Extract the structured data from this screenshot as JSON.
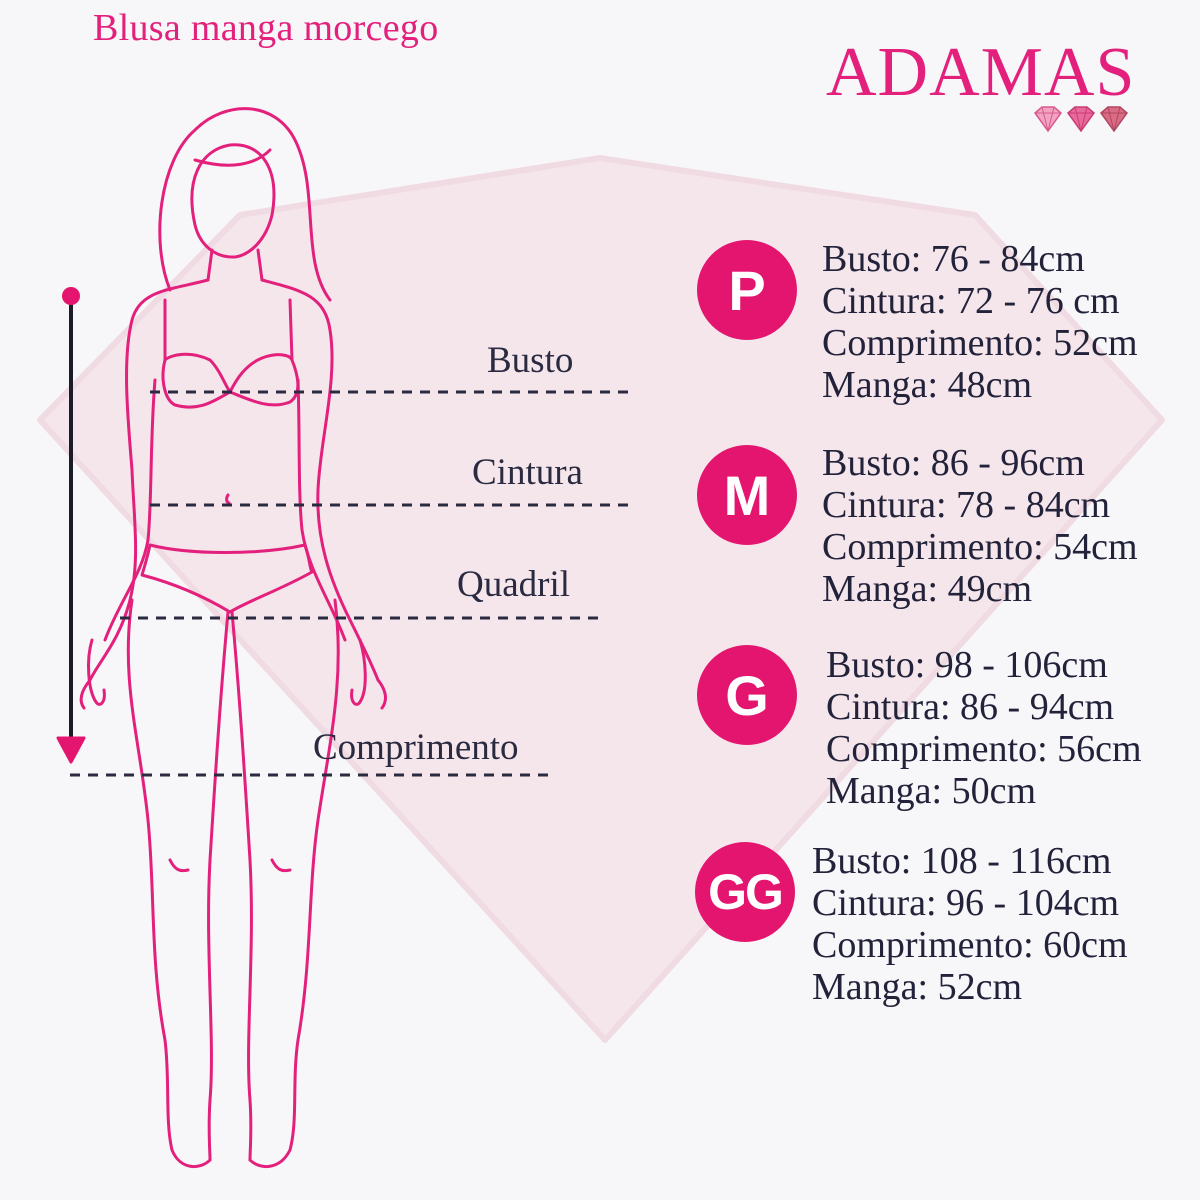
{
  "title": "Blusa manga morcego",
  "brand": {
    "name": "ADAMAS",
    "gems_icon": "diamond-icon"
  },
  "measure_labels": {
    "busto": "Busto",
    "cintura": "Cintura",
    "quadril": "Quadril",
    "comprimento": "Comprimento"
  },
  "sizes": [
    {
      "badge": "P",
      "busto": "Busto: 76 - 84cm",
      "cintura": "Cintura: 72 - 76 cm",
      "comprimento": "Comprimento: 52cm",
      "manga": "Manga: 48cm"
    },
    {
      "badge": "M",
      "busto": "Busto: 86 - 96cm",
      "cintura": "Cintura: 78 - 84cm",
      "comprimento": "Comprimento: 54cm",
      "manga": "Manga: 49cm"
    },
    {
      "badge": "G",
      "busto": "Busto: 98 - 106cm",
      "cintura": "Cintura: 86 - 94cm",
      "comprimento": "Comprimento: 56cm",
      "manga": "Manga: 50cm"
    },
    {
      "badge": "GG",
      "busto": "Busto: 108 - 116cm",
      "cintura": "Cintura: 96 - 104cm",
      "comprimento": "Comprimento: 60cm",
      "manga": "Manga: 52cm"
    }
  ],
  "colors": {
    "accent": "#e3207c",
    "badge": "#e3156e",
    "text": "#22223a",
    "diamond_bg": "#f3e3ea"
  }
}
